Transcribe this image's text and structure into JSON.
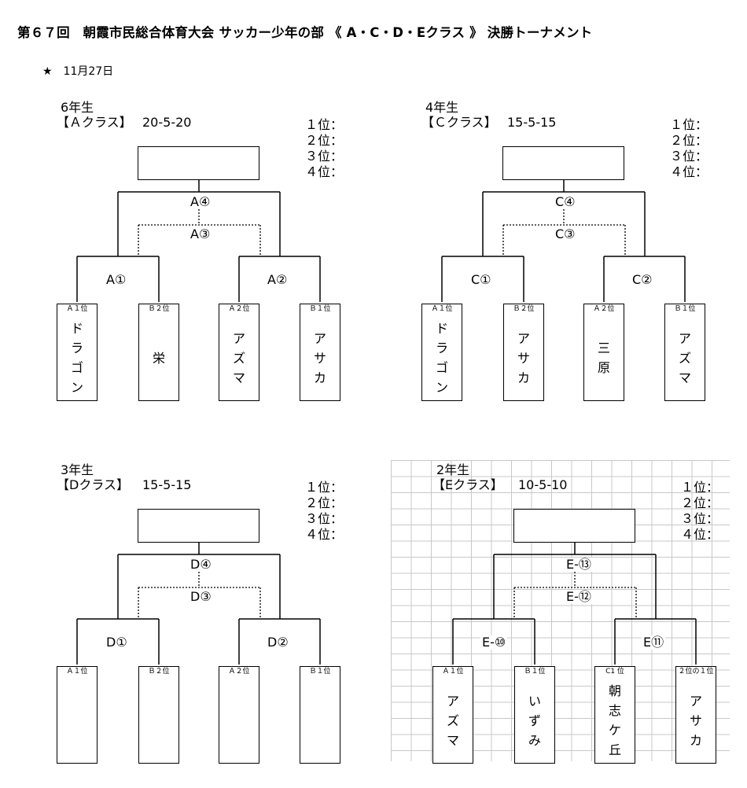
{
  "title": "第６７回　朝霞市民総合体育大会 サッカー少年の部 《 A・C・D・Eクラス 》 決勝トーナメント",
  "date": "★　11月27日",
  "ranks": [
    "１位：",
    "２位：",
    "３位：",
    "４位："
  ],
  "panels": [
    {
      "grade": "6年生",
      "class_label": "【Ａクラス】",
      "format": "20-5-20",
      "final": "A④",
      "third_place": "A③",
      "semi_left": "A①",
      "semi_right": "A②",
      "teams": [
        {
          "seed": "Ａ１位",
          "name": [
            "ド",
            "ラ",
            "ゴ",
            "ン"
          ]
        },
        {
          "seed": "Ｂ２位",
          "name": [
            "栄"
          ]
        },
        {
          "seed": "Ａ２位",
          "name": [
            "ア",
            "ズ",
            "マ"
          ]
        },
        {
          "seed": "Ｂ１位",
          "name": [
            "ア",
            "サ",
            "カ"
          ]
        }
      ]
    },
    {
      "grade": "4年生",
      "class_label": "【Ｃクラス】",
      "format": "15-5-15",
      "final": "C④",
      "third_place": "C③",
      "semi_left": "C①",
      "semi_right": "C②",
      "teams": [
        {
          "seed": "Ａ１位",
          "name": [
            "ド",
            "ラ",
            "ゴ",
            "ン"
          ]
        },
        {
          "seed": "Ｂ２位",
          "name": [
            "ア",
            "サ",
            "カ"
          ]
        },
        {
          "seed": "Ａ２位",
          "name": [
            "三",
            "原"
          ]
        },
        {
          "seed": "Ｂ１位",
          "name": [
            "ア",
            "ズ",
            "マ"
          ]
        }
      ]
    },
    {
      "grade": "3年生",
      "class_label": "【Dクラス】",
      "format": "15-5-15",
      "final": "D④",
      "third_place": "D③",
      "semi_left": "D①",
      "semi_right": "D②",
      "teams": [
        {
          "seed": "Ａ１位",
          "name": []
        },
        {
          "seed": "Ｂ２位",
          "name": []
        },
        {
          "seed": "Ａ２位",
          "name": []
        },
        {
          "seed": "Ｂ１位",
          "name": []
        }
      ]
    },
    {
      "grade": "2年生",
      "class_label": "【Eクラス】",
      "format": "10-5-10",
      "final": "E-⑬",
      "third_place": "E-⑫",
      "semi_left": "E-⑩",
      "semi_right": "E⑪",
      "teams": [
        {
          "seed": "Ａ１位",
          "name": [
            "ア",
            "ズ",
            "マ"
          ]
        },
        {
          "seed": "Ｂ１位",
          "name": [
            "い",
            "ず",
            "み"
          ]
        },
        {
          "seed": "C1 位",
          "name": [
            "朝",
            "志",
            "ケ",
            "丘"
          ]
        },
        {
          "seed": "２位の１位",
          "name": [
            "ア",
            "サ",
            "カ"
          ]
        }
      ]
    }
  ]
}
